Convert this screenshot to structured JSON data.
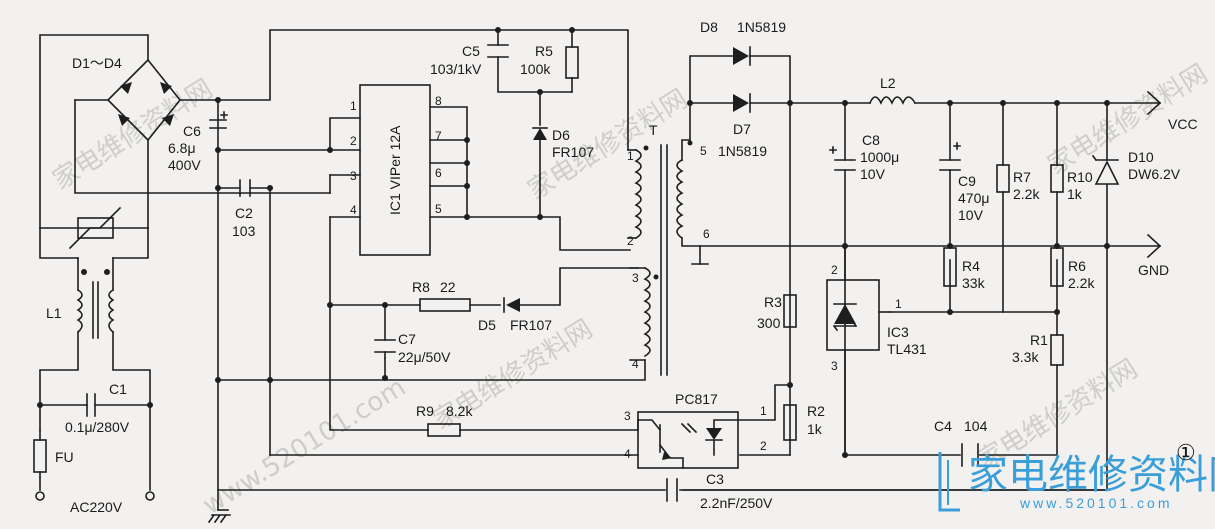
{
  "watermark": {
    "text": "家电维修资料网",
    "url": "www.520101.com",
    "logo_text": "家电维修资料网",
    "logo_url": "www.520101.com",
    "logo_color": "#3a9ed8"
  },
  "figure_number": "①",
  "labels": {
    "d1_d4": "D1～D4",
    "c6_name": "C6",
    "c6_value": "6.8μ",
    "c6_voltage": "400V",
    "c2_name": "C2",
    "c2_value": "103",
    "c5_name": "C5",
    "c5_value": "103/1kV",
    "r5_name": "R5",
    "r5_value": "100k",
    "d6_name": "D6",
    "d6_value": "FR107",
    "ic1": "IC1 VIPer 12A",
    "pin1": "1",
    "pin2": "2",
    "pin3": "3",
    "pin4": "4",
    "pin5": "5",
    "pin6": "6",
    "pin7": "7",
    "pin8": "8",
    "t_name": "T",
    "t1": "1",
    "t2": "2",
    "t3": "3",
    "t4": "4",
    "t5": "5",
    "t6": "6",
    "d8_name": "D8",
    "d8_value": "1N5819",
    "d7_name": "D7",
    "d7_value": "1N5819",
    "l2_name": "L2",
    "c8_name": "C8",
    "c8_value": "1000μ",
    "c8_voltage": "10V",
    "c9_name": "C9",
    "c9_value": "470μ",
    "c9_voltage": "10V",
    "r7_name": "R7",
    "r7_value": "2.2k",
    "r10_name": "R10",
    "r10_value": "1k",
    "d10_name": "D10",
    "d10_value": "DW6.2V",
    "vcc": "VCC",
    "gnd": "GND",
    "r4_name": "R4",
    "r4_value": "33k",
    "r6_name": "R6",
    "r6_value": "2.2k",
    "ic3_name": "IC3",
    "ic3_value": "TL431",
    "ic3_pin1": "1",
    "ic3_pin2": "2",
    "ic3_pin3": "3",
    "r1_name": "R1",
    "r1_value": "3.3k",
    "r3_name": "R3",
    "r3_value": "300",
    "r8_name": "R8",
    "r8_value": "22",
    "d5_name": "D5",
    "d5_value": "FR107",
    "c7_name": "C7",
    "c7_value": "22μ/50V",
    "l1_name": "L1",
    "c1_name": "C1",
    "c1_value": "0.1μ/280V",
    "fu_name": "FU",
    "ac_label": "AC220V",
    "r9_name": "R9",
    "r9_value": "8.2k",
    "pc817": "PC817",
    "pc_pin1": "1",
    "pc_pin2": "2",
    "pc_pin3": "3",
    "pc_pin4": "4",
    "r2_name": "R2",
    "r2_value": "1k",
    "c4_name": "C4",
    "c4_value": "104",
    "c3_name": "C3",
    "c3_value": "2.2nF/250V"
  }
}
